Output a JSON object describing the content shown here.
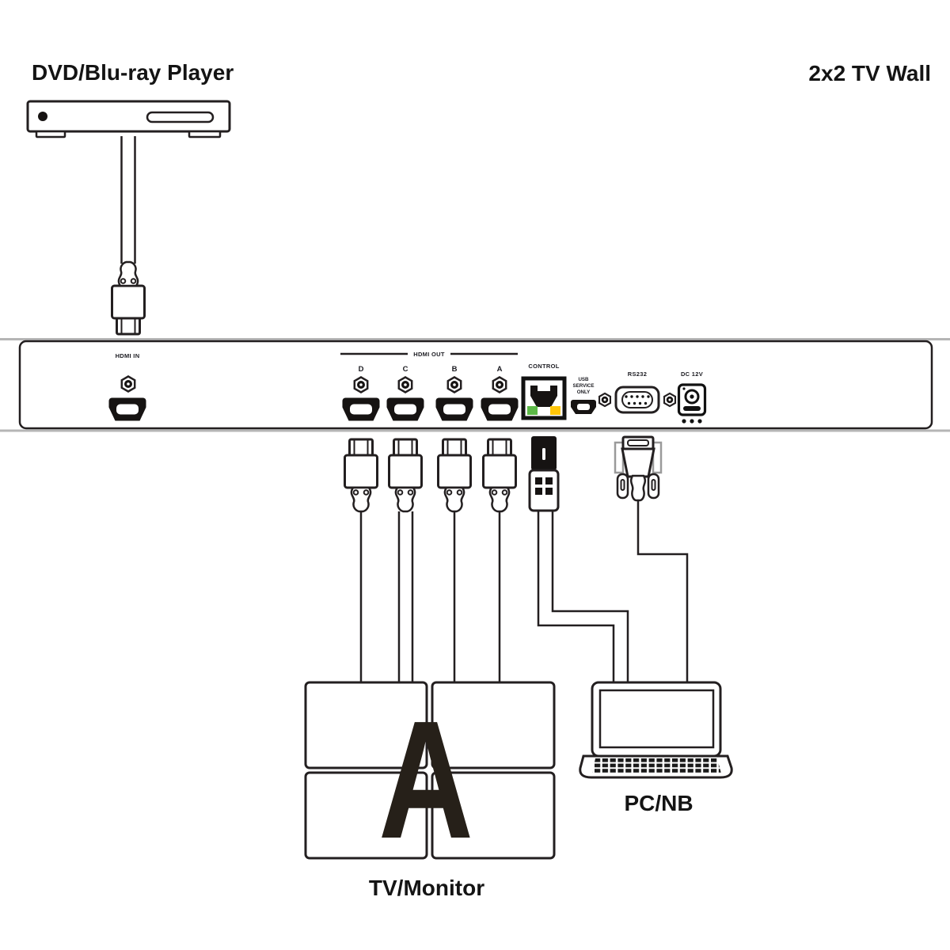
{
  "labels": {
    "dvd_title": "DVD/Blu-ray Player",
    "tv_wall_title": "2x2 TV Wall",
    "tv_monitor": "TV/Monitor",
    "pc": "PC/NB",
    "wall_letter": "A"
  },
  "panel": {
    "hdmi_in": "HDMI IN",
    "hdmi_out": "HDMI OUT",
    "ports": [
      "D",
      "C",
      "B",
      "A"
    ],
    "control": "CONTROL",
    "usb_lines": [
      "USB",
      "SERVICE",
      "ONLY"
    ],
    "rs232": "RS232",
    "dc_12v": "DC 12V"
  },
  "colors": {
    "line": "#231f20",
    "led_green": "#5cb947",
    "led_yellow": "#ffc609"
  }
}
